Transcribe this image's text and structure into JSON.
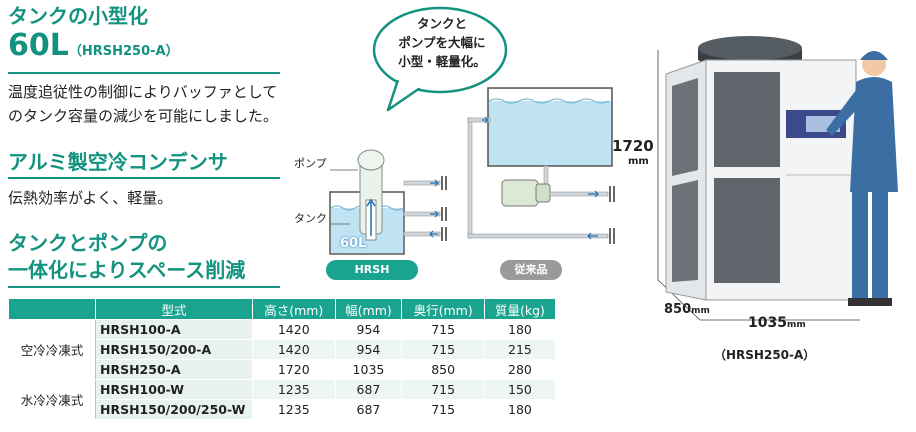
{
  "heading1": {
    "line1": "タンクの小型化",
    "size": "60L",
    "model": "（HRSH250-A）"
  },
  "para1": {
    "line1": "温度追従性の制御によりバッファとして",
    "line2": "のタンク容量の減少を可能にしました。"
  },
  "heading2": "アルミ製空冷コンデンサ",
  "para2": "伝熱効率がよく、軽量。",
  "heading3": {
    "line1": "タンクとポンプの",
    "line2": "一体化によりスペース削減"
  },
  "bubble": {
    "line1": "タンクと",
    "line2": "ポンプを大幅に",
    "line3": "小型・軽量化。"
  },
  "diagram": {
    "pump_label": "ポンプ",
    "tank_label": "タンク",
    "tank_volume": "60L",
    "hrsh_tag": "HRSH",
    "conventional_tag": "従来品"
  },
  "product": {
    "height_value": "1720",
    "height_unit": "mm",
    "depth_value": "850",
    "depth_unit": "mm",
    "width_value": "1035",
    "width_unit": "mm",
    "caption": "（HRSH250-A）"
  },
  "table": {
    "headers": [
      "型式",
      "高さ(mm)",
      "幅(mm)",
      "奥行(mm)",
      "質量(kg)"
    ],
    "groups": [
      {
        "category": "空冷冷凍式",
        "rows": [
          {
            "model": "HRSH100-A",
            "h": "1420",
            "w": "954",
            "d": "715",
            "m": "180"
          },
          {
            "model": "HRSH150/200-A",
            "h": "1420",
            "w": "954",
            "d": "715",
            "m": "215"
          },
          {
            "model": "HRSH250-A",
            "h": "1720",
            "w": "1035",
            "d": "850",
            "m": "280"
          }
        ]
      },
      {
        "category": "水冷冷凍式",
        "rows": [
          {
            "model": "HRSH100-W",
            "h": "1235",
            "w": "687",
            "d": "715",
            "m": "150"
          },
          {
            "model": "HRSH150/200/250-W",
            "h": "1235",
            "w": "687",
            "d": "715",
            "m": "180"
          }
        ]
      }
    ]
  },
  "colors": {
    "accent": "#12927f",
    "header_bg": "#1aa48f",
    "water": "#bfe3f2"
  }
}
